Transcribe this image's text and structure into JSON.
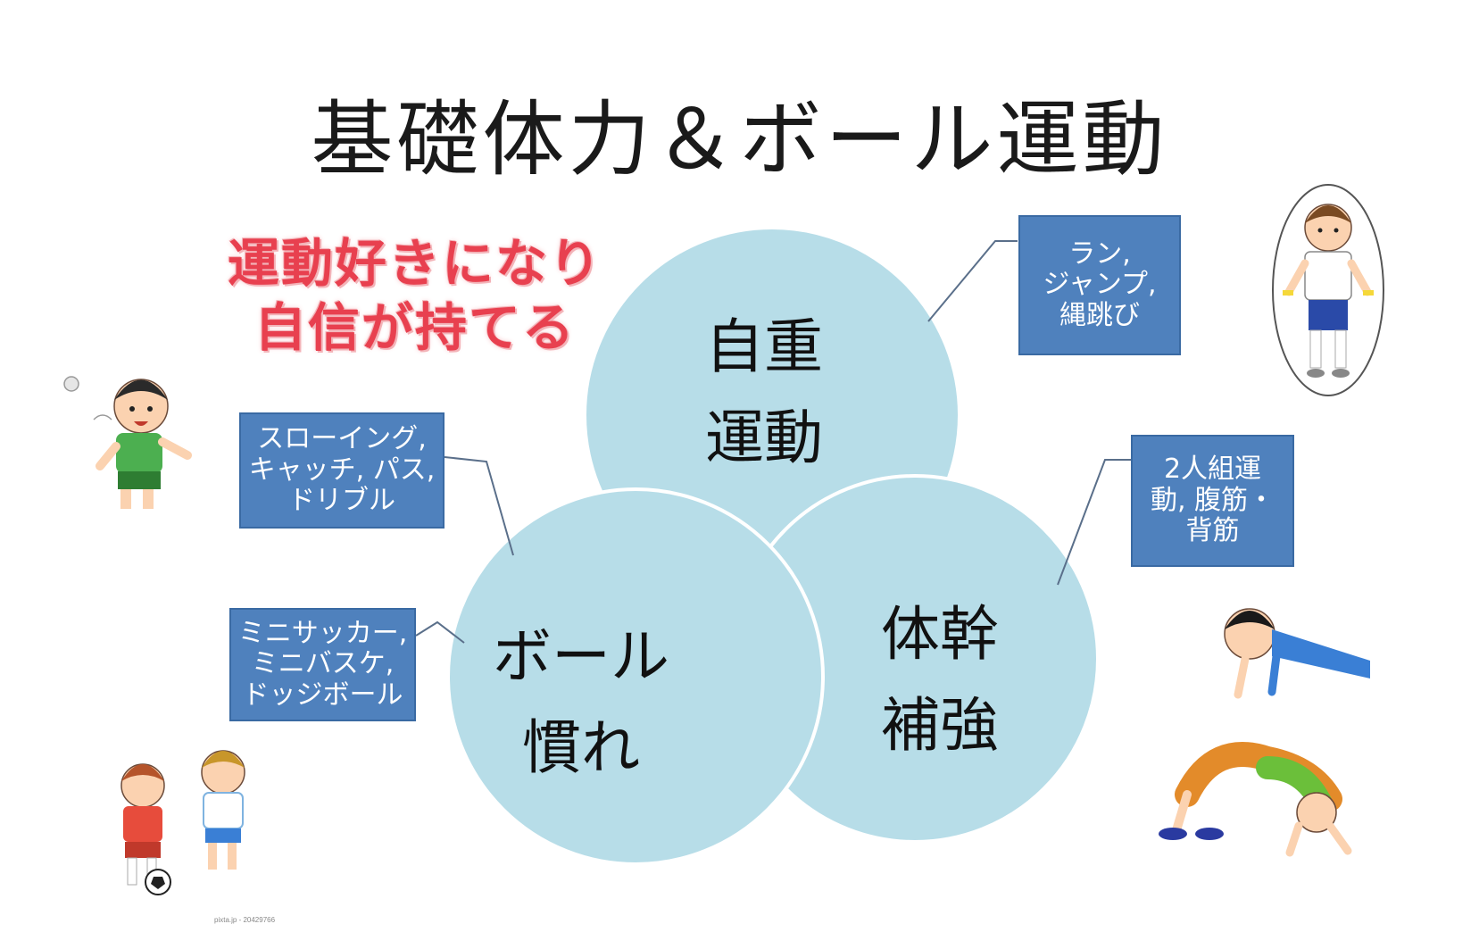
{
  "title": "基礎体力＆ボール運動",
  "slogan": {
    "line1": "運動好きになり",
    "line2": "自信が持てる"
  },
  "circles": {
    "top": {
      "line1": "自重",
      "line2": "運動"
    },
    "left": {
      "line1": "ボール",
      "line2": "慣れ"
    },
    "right": {
      "line1": "体幹",
      "line2": "補強"
    }
  },
  "boxes": {
    "jiju": [
      "ラン,",
      "ジャンプ,",
      "縄跳び"
    ],
    "taikan": [
      "2人組運",
      "動, 腹筋・",
      "背筋"
    ],
    "ball1": [
      "スローイング,",
      "キャッチ, パス,",
      "ドリブル"
    ],
    "ball2": [
      "ミニサッカー,",
      "ミニバスケ,",
      "ドッジボール"
    ]
  },
  "credit": "pixta.jp - 20429766",
  "colors": {
    "circle": "#b7dde8",
    "box": "#4f81bd",
    "slogan": "#e8404f",
    "connector": "#5a6f8a"
  }
}
